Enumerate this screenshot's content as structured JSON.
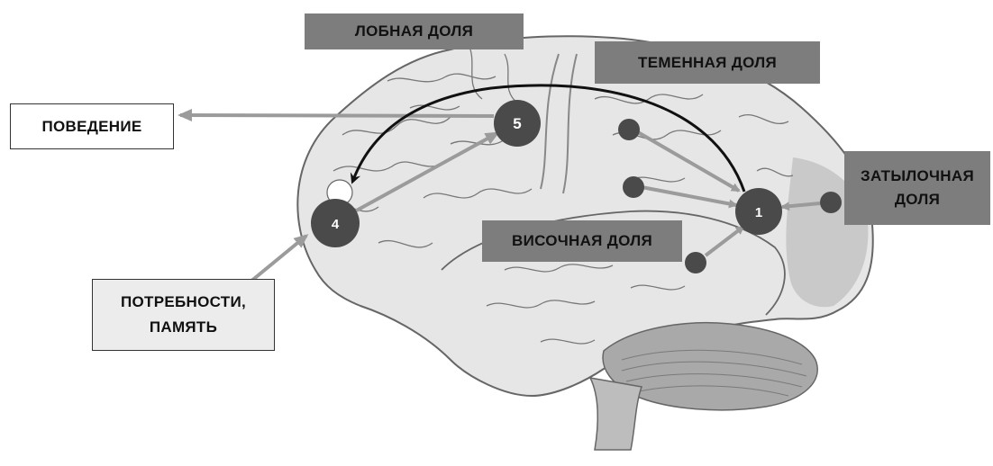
{
  "labels": {
    "frontal": "ЛОБНАЯ ДОЛЯ",
    "parietal": "ТЕМЕННАЯ ДОЛЯ",
    "occipital_line1": "ЗАТЫЛОЧНАЯ",
    "occipital_line2": "ДОЛЯ",
    "temporal": "ВИСОЧНАЯ ДОЛЯ",
    "behavior": "ПОВЕДЕНИЕ",
    "needs_line1": "ПОТРЕБНОСТИ,",
    "needs_line2": "ПАМЯТЬ"
  },
  "nodes": {
    "n1": "1",
    "n4": "4",
    "n5": "5"
  },
  "colors": {
    "node_fill": "#4a4a4a",
    "arrow_gray": "#9b9b9b",
    "arc_black": "#111111",
    "label_dark_bg": "#7d7d7d",
    "brain_fill": "#e6e6e6",
    "cerebellum_fill": "#a9a9a9"
  }
}
